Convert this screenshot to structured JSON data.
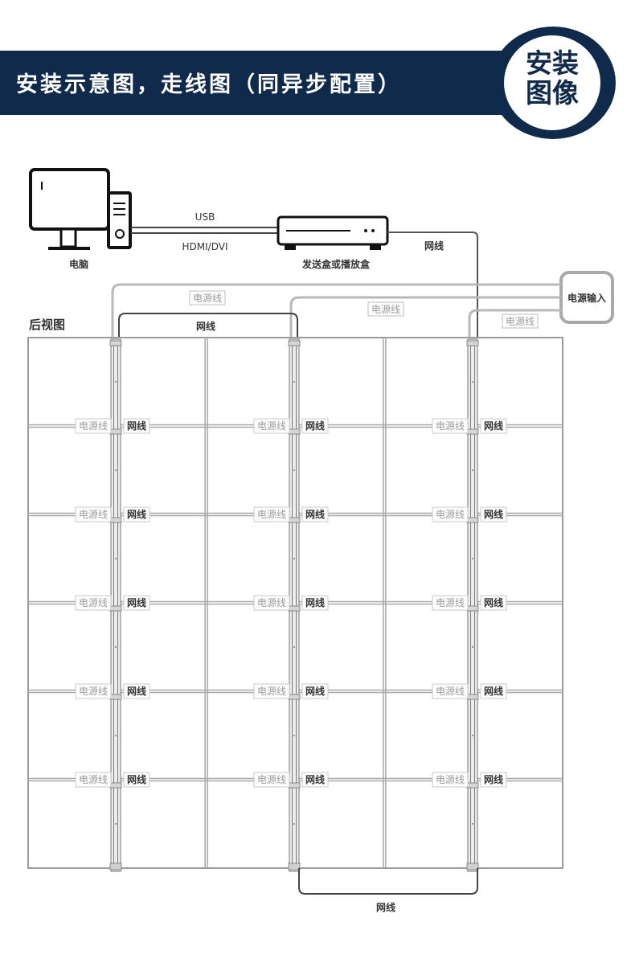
{
  "header": {
    "title": "安装示意图，走线图（同异步配置）",
    "badge_line1": "安装",
    "badge_line2": "图像"
  },
  "devices": {
    "computer_label": "电脑",
    "sender_label": "发送盒或播放盒",
    "power_input_label": "电源输入"
  },
  "cables": {
    "usb": "USB",
    "hdmi_dvi": "HDMI/DVI",
    "network": "网线",
    "power": "电源线"
  },
  "wall": {
    "rear_view_label": "后视图",
    "columns": 3,
    "rows": 6,
    "row_joint_labels": [
      "电源线",
      "网线"
    ]
  }
}
